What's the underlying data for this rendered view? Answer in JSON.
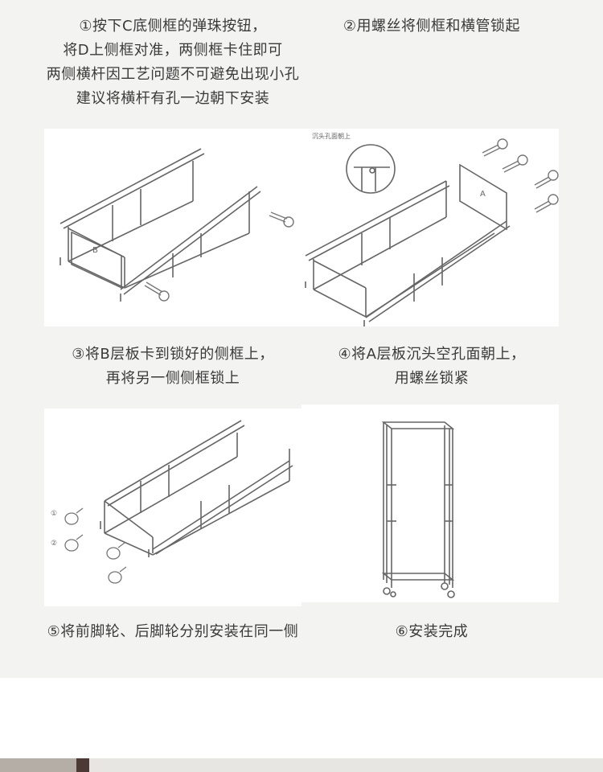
{
  "steps": {
    "step1": {
      "lines": [
        "①按下C底侧框的弹珠按钮，",
        "将D上侧框对准，两侧框卡住即可",
        "两侧横杆因工艺问题不可避免出现小孔",
        "建议将横杆有孔一边朝下安装"
      ]
    },
    "step2": {
      "lines": [
        "②用螺丝将侧框和横管锁起"
      ]
    },
    "step3": {
      "lines": [
        "③将B层板卡到锁好的侧框上，",
        "再将另一侧侧框锁上"
      ]
    },
    "step4": {
      "lines": [
        "④将A层板沉头空孔面朝上，",
        "用螺丝锁紧"
      ]
    },
    "step5": {
      "lines": [
        "⑤将前脚轮、后脚轮分别安装在同一侧"
      ]
    },
    "step6": {
      "lines": [
        "⑥安装完成"
      ]
    }
  },
  "figures": {
    "fig1": {
      "panel_label": "B"
    },
    "fig2": {
      "panel_label": "A",
      "callout": "沉头孔面朝上"
    },
    "fig3": {
      "wheel_label_1": "①",
      "wheel_label_2": "②"
    }
  },
  "colors": {
    "panel_bg": "#f3f3f1",
    "line": "#666666",
    "text": "#3a3a3a"
  }
}
